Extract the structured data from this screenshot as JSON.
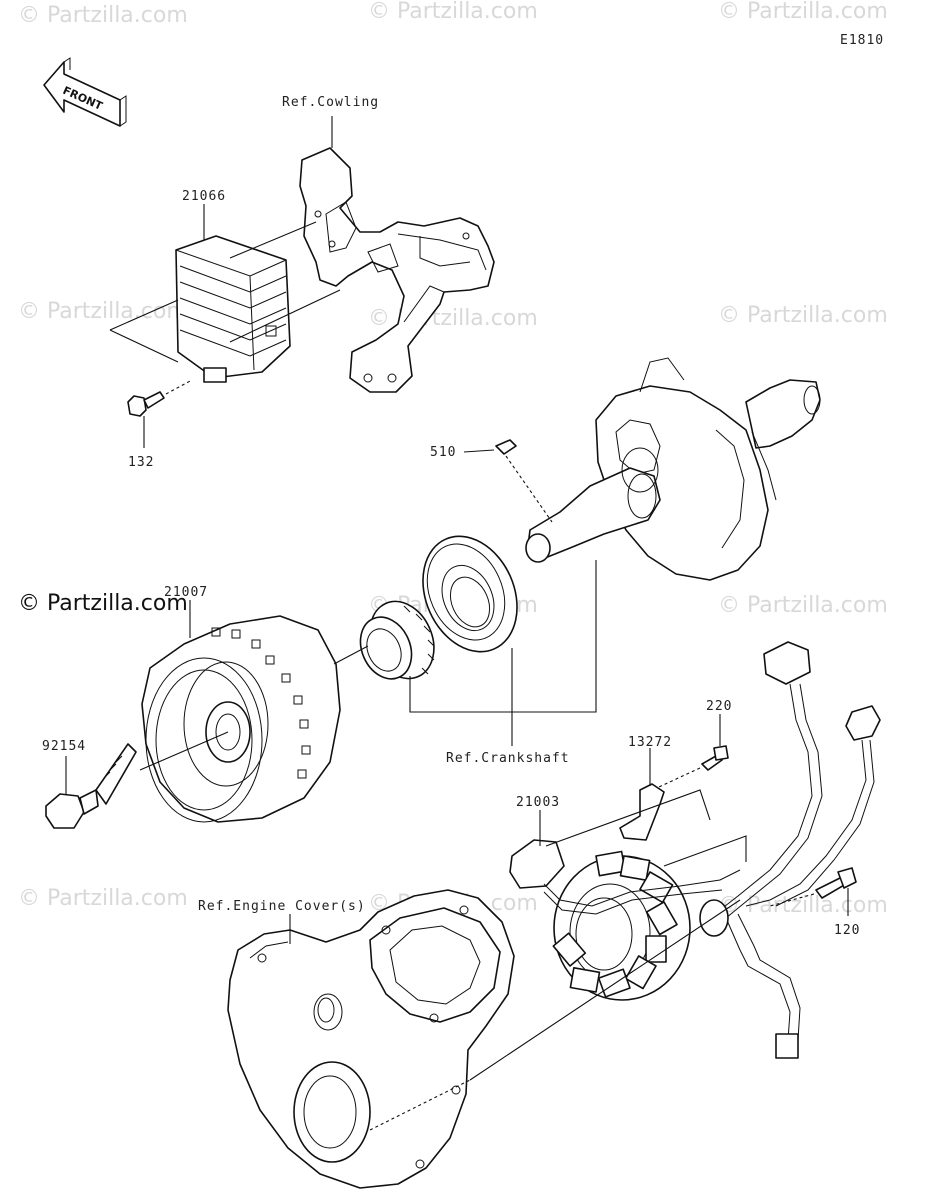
{
  "diagram_code": "E1810",
  "copyright": "© Partzilla.com",
  "watermark": "© Partzilla.com",
  "front_label": "FRONT",
  "labels": {
    "ref_cowling": "Ref.Cowling",
    "p21066": "21066",
    "p132": "132",
    "p510": "510",
    "p21007": "21007",
    "p92154": "92154",
    "ref_crankshaft": "Ref.Crankshaft",
    "p220": "220",
    "p13272": "13272",
    "p21003": "21003",
    "ref_engine_cover": "Ref.Engine Cover(s)",
    "p120": "120"
  }
}
